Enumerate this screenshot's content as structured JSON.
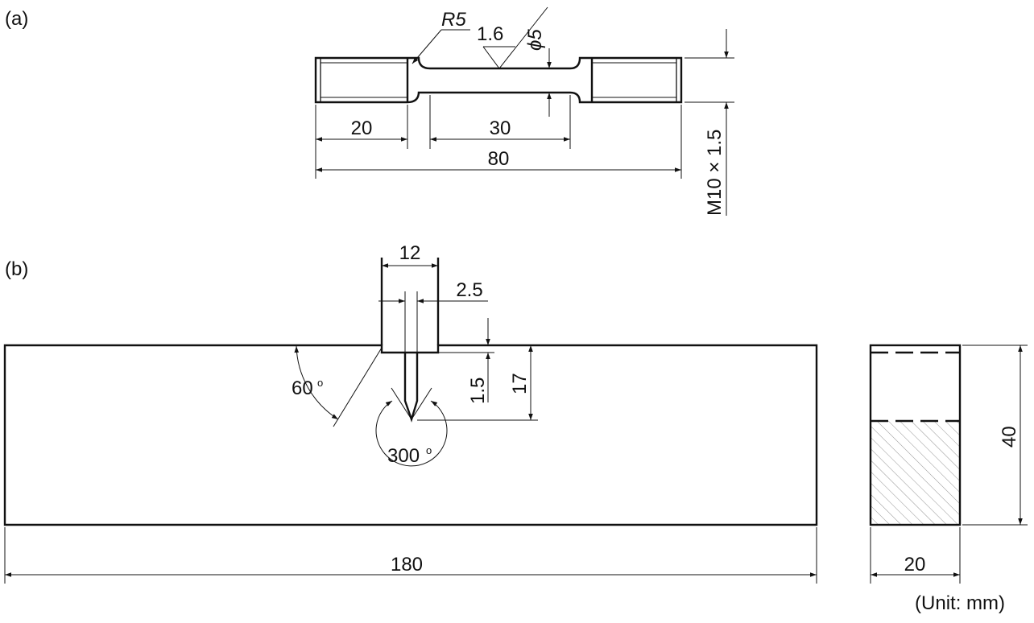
{
  "panel_a": {
    "label": "(a)",
    "radius_label": "R5",
    "roughness_label": "1.6",
    "diameter_label": "ϕ5",
    "thread_label": "M10 × 1.5",
    "dim_grip": "20",
    "dim_gauge": "30",
    "dim_total": "80"
  },
  "panel_b": {
    "label": "(b)",
    "dim_groove_width": "12",
    "dim_slot_width": "2.5",
    "angle_side": "60",
    "angle_notch": "300",
    "degree_symbol": "o",
    "dim_groove_depth": "1.5",
    "dim_notch_depth": "17",
    "dim_length": "180",
    "dim_width": "20",
    "dim_height": "40",
    "unit_note": "(Unit: mm)"
  },
  "colors": {
    "line": "#111111",
    "background": "#ffffff"
  }
}
